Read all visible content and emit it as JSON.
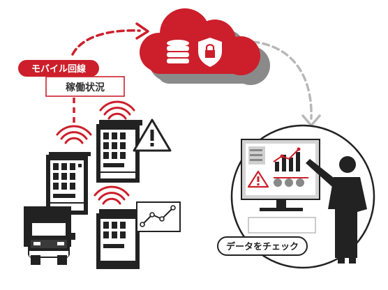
{
  "labels": {
    "mobile_line": "モバイル回線",
    "operation_status": "稼働状況",
    "check_data": "データをチェック"
  },
  "colors": {
    "accent_red": "#cc1f2b",
    "dark": "#222222",
    "gray_arrow": "#b8b8b8",
    "shadow_gray": "#8a8a8a"
  },
  "icons": [
    "cloud-icon",
    "database-icon",
    "shield-lock-icon",
    "warning-icon",
    "wifi-icon",
    "line-graph-icon",
    "bar-chart-icon",
    "truck-icon",
    "vending-machine-icon",
    "person-icon",
    "monitor-icon"
  ]
}
